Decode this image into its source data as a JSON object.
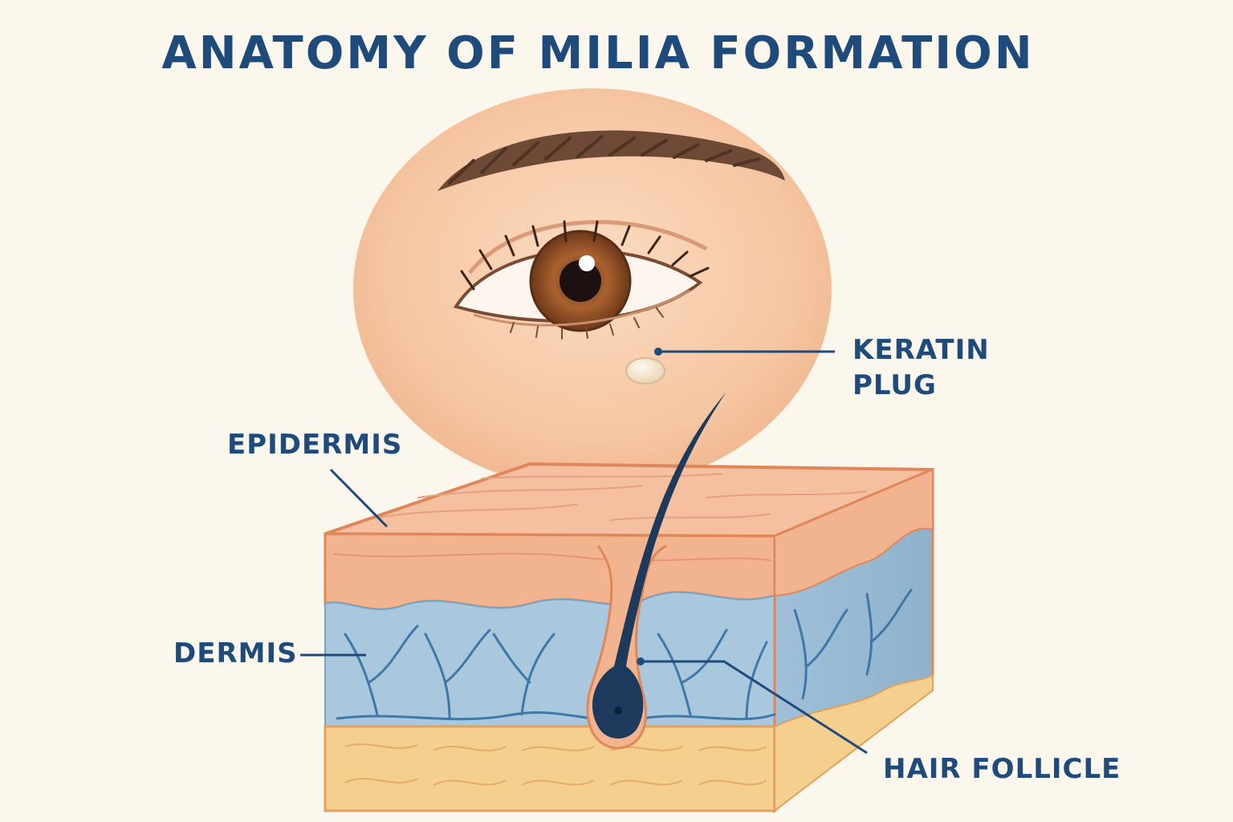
{
  "title": "ANATOMY OF MILIA FORMATION",
  "labels": {
    "keratin_line1": "KERATIN",
    "keratin_line2": "PLUG",
    "epidermis": "EPIDERMIS",
    "dermis": "DERMIS",
    "hair_follicle": "HAIR FOLLICLE"
  },
  "colors": {
    "background": "#fbf7ec",
    "label_text": "#1f4a7c",
    "skin": "#f6c9a8",
    "epidermis": "#f2b48f",
    "dermis": "#a9c8de",
    "subcutis": "#f4cf8e",
    "follicle": "#1d3a5c",
    "vessels": "#3f78a8"
  }
}
